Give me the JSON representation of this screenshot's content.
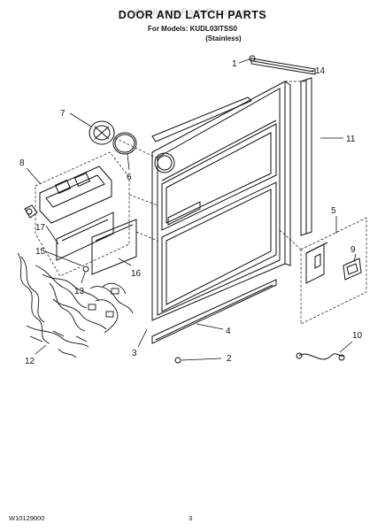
{
  "header": {
    "watermark": "AppliancePartsPros.com",
    "title": "DOOR AND LATCH PARTS",
    "models": "For Models: KUDL03ITSS0",
    "variant": "(Stainless)"
  },
  "callouts": [
    "1",
    "14",
    "11",
    "7",
    "6",
    "8",
    "5",
    "9",
    "17",
    "15",
    "16",
    "13",
    "4",
    "12",
    "3",
    "2",
    "10"
  ],
  "footer": {
    "doc_number": "W10129000",
    "page": "3"
  },
  "colors": {
    "line": "#111111",
    "watermark": "#c6c6c6"
  }
}
